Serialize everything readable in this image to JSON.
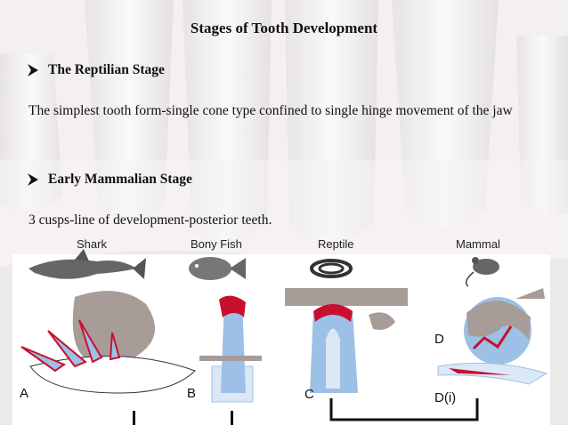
{
  "slide": {
    "title": "Stages of Tooth Development",
    "bullets": [
      {
        "heading": "The Reptilian Stage",
        "text": "The simplest tooth form-single cone type confined to single hinge movement of the jaw"
      },
      {
        "heading": "Early Mammalian Stage",
        "text": "3 cusps-line of development-posterior teeth."
      }
    ]
  },
  "figure": {
    "animals": [
      "Shark",
      "Bony Fish",
      "Reptile",
      "Mammal"
    ],
    "panel_letters": [
      "A",
      "B",
      "C",
      "D",
      "D(i)"
    ]
  },
  "colors": {
    "gum": "#a89c98",
    "enamel": "#c8102e",
    "dentin": "#9cc0e6",
    "pulp": "#dbe8f5"
  }
}
